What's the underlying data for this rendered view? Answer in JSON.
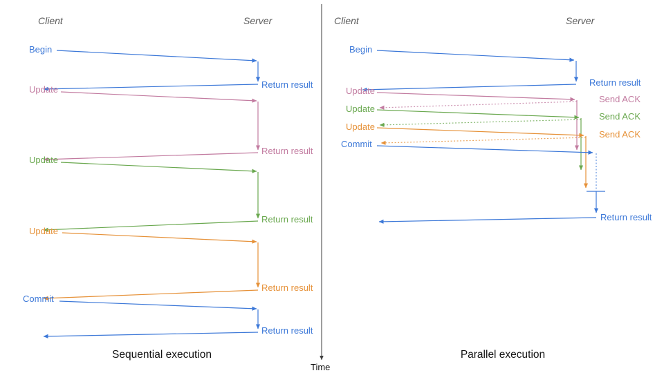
{
  "diagram": {
    "time_axis_label": "Time",
    "colors": {
      "blue": "#3c78d8",
      "pink": "#c27ba0",
      "green": "#6aa84f",
      "orange": "#e69138",
      "header_gray": "#5c5c5c",
      "axis": "#3d3d3d"
    },
    "left": {
      "caption": "Sequential execution",
      "client_header": "Client",
      "server_header": "Server",
      "messages": [
        {
          "request": "Begin",
          "response": "Return result",
          "color": "#3c78d8"
        },
        {
          "request": "Update",
          "response": "Return result",
          "color": "#c27ba0"
        },
        {
          "request": "Update",
          "response": "Return result",
          "color": "#6aa84f"
        },
        {
          "request": "Update",
          "response": "Return result",
          "color": "#e69138"
        },
        {
          "request": "Commit",
          "response": "Return result",
          "color": "#3c78d8"
        }
      ]
    },
    "right": {
      "caption": "Parallel execution",
      "client_header": "Client",
      "server_header": "Server",
      "messages": [
        {
          "request": "Begin",
          "response": "Return result",
          "color": "#3c78d8"
        },
        {
          "request": "Update",
          "response": "Send ACK",
          "color": "#c27ba0"
        },
        {
          "request": "Update",
          "response": "Send ACK",
          "color": "#6aa84f"
        },
        {
          "request": "Update",
          "response": "Send ACK",
          "color": "#e69138"
        },
        {
          "request": "Commit",
          "response": "Return result",
          "color": "#3c78d8"
        }
      ]
    }
  }
}
